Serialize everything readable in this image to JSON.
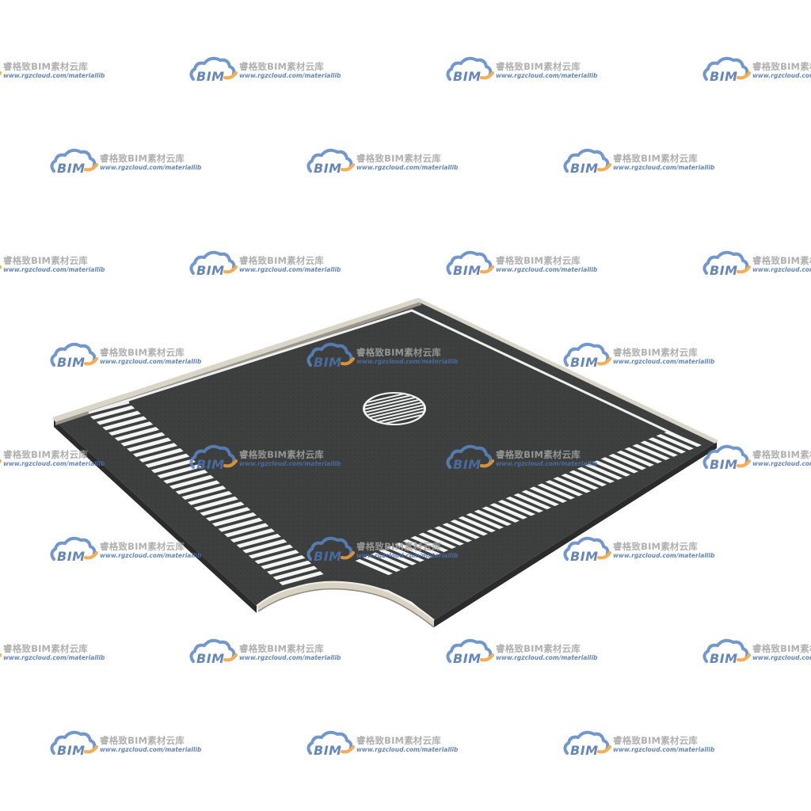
{
  "watermark": {
    "title": "睿格致BIM素材云库",
    "url": "www.rgzcloud.com/materiallib",
    "logo_text": "BIM",
    "logo_icon": "cloud-icon",
    "colors": {
      "cloud_blue": "#5a86c5",
      "cloud_orange": "#f2a03a",
      "text_gray": "#a3a3a3",
      "url_blue": "#4a72b0"
    }
  },
  "scene": {
    "asphalt_color": "#3b3d3c",
    "curb_color": "#d6d2c4",
    "marking_color": "#f4f4f4"
  }
}
